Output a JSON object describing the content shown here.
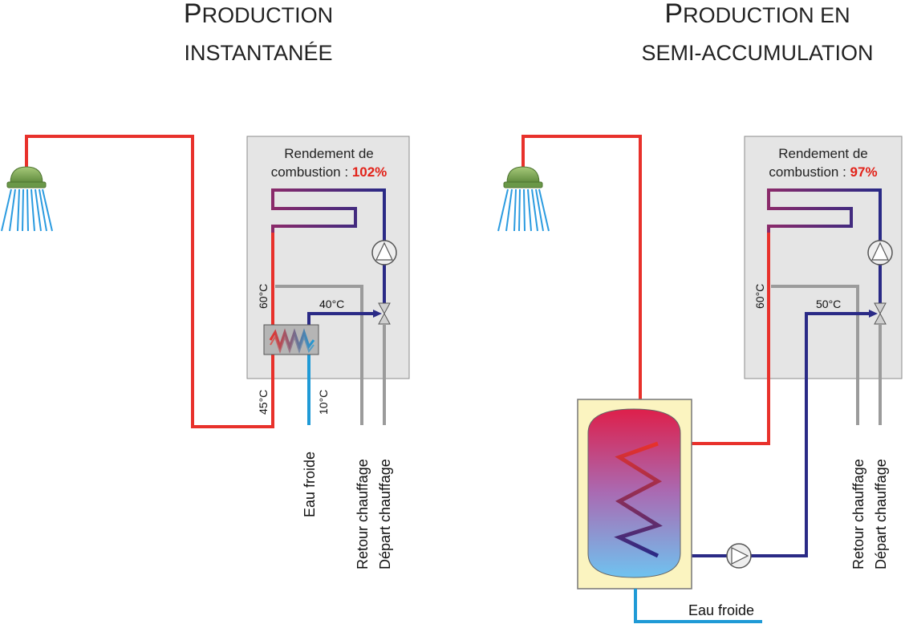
{
  "left": {
    "title_line1_cap": "P",
    "title_line1_rest": "RODUCTION",
    "title_line2": "INSTANTANÉE",
    "box_line1": "Rendement de",
    "box_line2_prefix": "combustion : ",
    "efficiency": "102%",
    "temp_hot_out": "60°C",
    "temp_return": "40°C",
    "temp_shower": "45°C",
    "temp_cold": "10°C",
    "label_cold": "Eau froide",
    "label_return": "Retour chauffage",
    "label_depart": "Départ chauffage"
  },
  "right": {
    "title_line1_cap": "P",
    "title_line1_rest": "RODUCTION EN",
    "title_line2_a": "SEMI",
    "title_line2_b": "-ACCUMULATION",
    "box_line1": "Rendement de",
    "box_line2_prefix": "combustion : ",
    "efficiency": "97%",
    "temp_hot_out": "60°C",
    "temp_return": "50°C",
    "label_return": "Retour chauffage",
    "label_depart": "Départ chauffage",
    "label_cold": "Eau froide"
  },
  "colors": {
    "hot": "#e8312b",
    "cold": "#1f9ad6",
    "return": "#2a2a86",
    "grey": "#9b9b9b",
    "box": "#e5e5e5",
    "efficiency": "#e2231a"
  },
  "icons": [
    "shower-icon",
    "pump-icon",
    "valve-icon",
    "heat-exchanger-icon",
    "storage-tank-icon"
  ]
}
